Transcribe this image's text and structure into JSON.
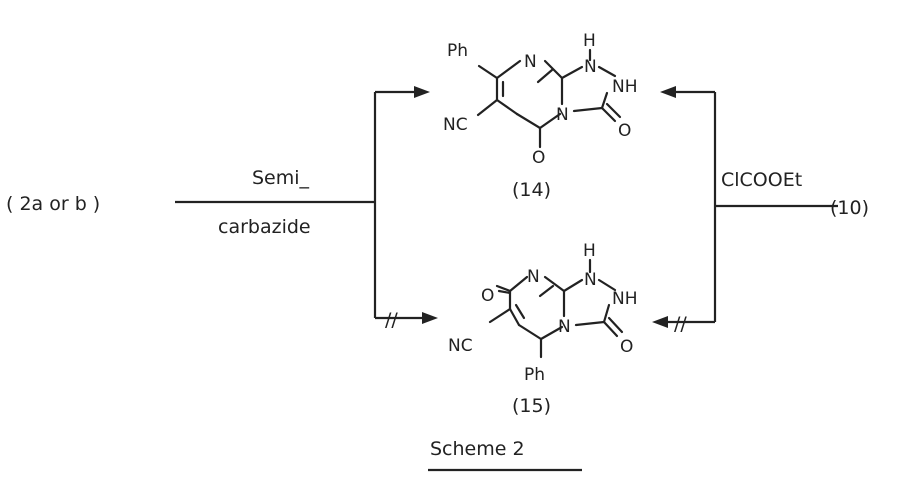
{
  "scheme": {
    "caption": "Scheme 2",
    "left_reactant": "( 2a or b )",
    "right_reactant": "(10)",
    "left_reagent_line1": "Semi_",
    "left_reagent_line2": "carbazide",
    "right_reagent": "ClCOOEt",
    "blocked_mark": "//",
    "compound_top": {
      "label": "(14)",
      "atoms": {
        "ph": "Ph",
        "nc": "NC",
        "n_top": "N",
        "n_ring": "N",
        "h": "H",
        "nh": "NH",
        "o_ketone": "O",
        "o_triazole": "O"
      }
    },
    "compound_bottom": {
      "label": "(15)",
      "atoms": {
        "ph": "Ph",
        "nc": "NC",
        "n_top": "N",
        "n_ring": "N",
        "h": "H",
        "nh": "NH",
        "o_ketone": "O",
        "o_triazole": "O"
      }
    }
  }
}
